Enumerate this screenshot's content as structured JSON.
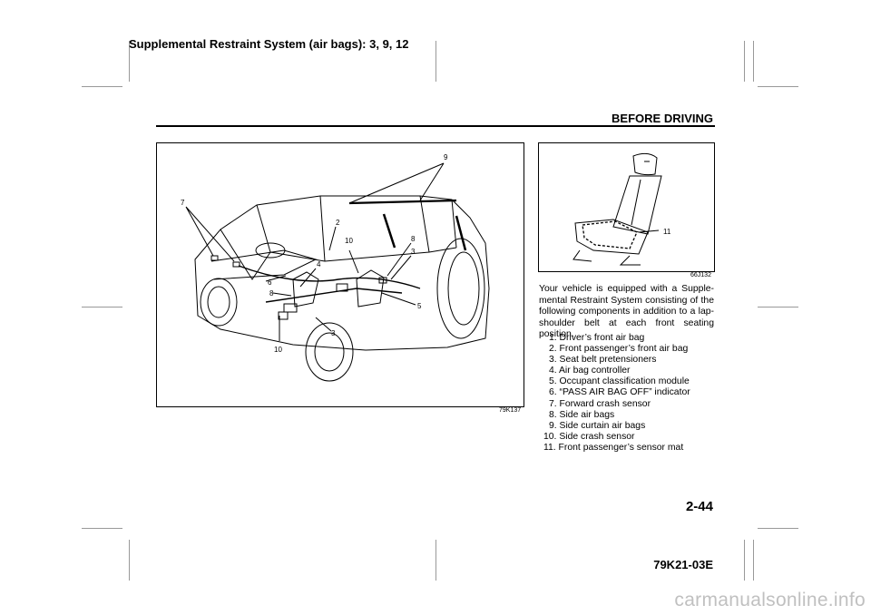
{
  "header": {
    "manual_title": "Supplemental Restraint System (air bags): 3, 9, 12",
    "section": "BEFORE DRIVING"
  },
  "figure_left": {
    "code": "79K137",
    "callouts": [
      "9",
      "7",
      "2",
      "10",
      "8",
      "3",
      "4",
      "6",
      "8",
      "5",
      "3",
      "10"
    ]
  },
  "figure_right": {
    "code": "66J132",
    "callout": "11"
  },
  "body_text": "Your vehicle is equipped with a Supple-mental Restraint System consisting of the following components in addition to a lap-shoulder belt at each front seating position.",
  "components": [
    "1. Driver’s front air bag",
    "2. Front passenger’s front air bag",
    "3. Seat belt pretensioners",
    "4. Air bag controller",
    "5. Occupant classification module",
    "6. “PASS AIR BAG OFF” indicator",
    "7. Forward crash sensor",
    "8. Side air bags",
    "9. Side curtain air bags",
    "10. Side crash sensor",
    "11. Front passenger’s sensor mat"
  ],
  "footer": {
    "page_number": "2-44",
    "doc_code": "79K21-03E",
    "watermark": "carmanualsonline.info"
  }
}
